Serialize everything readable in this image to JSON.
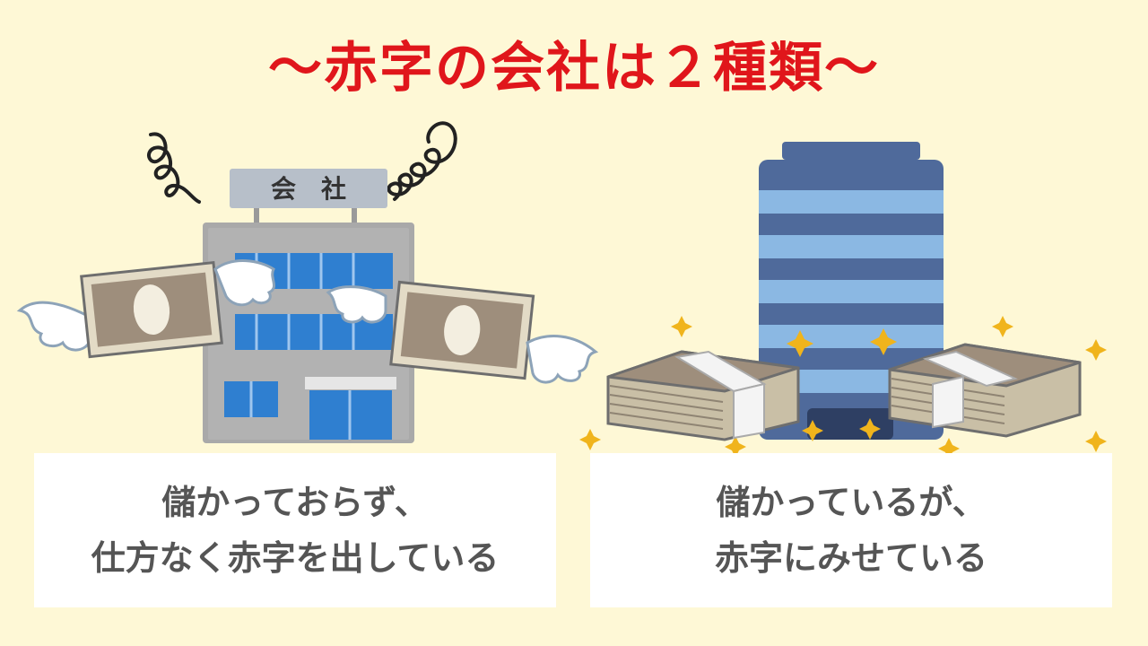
{
  "title": "〜赤字の会社は２種類〜",
  "left": {
    "building_sign": "会　社",
    "caption_line1": "儲かっておらず、",
    "caption_line2": "仕方なく赤字を出している"
  },
  "right": {
    "caption_line1": "儲かっているが、",
    "caption_line2": "赤字にみせている"
  },
  "colors": {
    "background": "#fef8d6",
    "title": "#e0161b",
    "caption_text": "#555555",
    "box": "#ffffff"
  }
}
